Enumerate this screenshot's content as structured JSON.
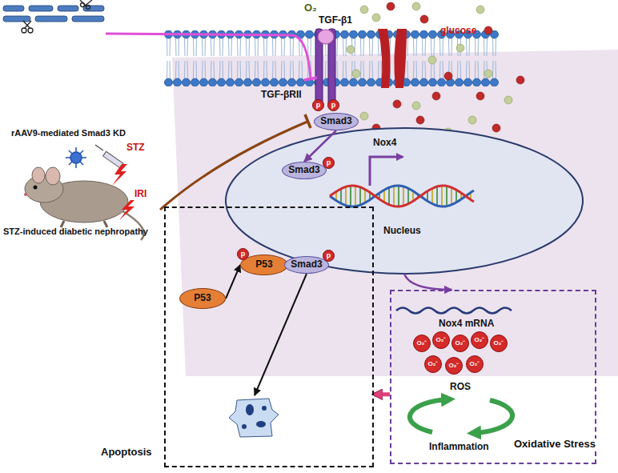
{
  "diagram": {
    "nodes": [
      {
        "text": [
          "Smad3"
        ]
      },
      {
        "text": [
          "Nucleus"
        ]
      },
      {
        "text": [
          "Smad3"
        ],
        "in": 1
      },
      {
        "text": [
          "P53"
        ],
        "in": 1
      },
      {
        "text": [
          "Smad3"
        ],
        "in": 1
      },
      {
        "text": [
          "Apoptosis"
        ]
      },
      {
        "text": [
          "P53"
        ],
        "in": 5
      },
      {
        "text": [
          "Oxidative Stress",
          "Nox4 mRNA",
          "ROS",
          "Inflammation"
        ]
      }
    ],
    "edges": [
      {
        "from": 0,
        "to": 2,
        "arrow": "to"
      },
      {
        "from": 6,
        "to": 3,
        "arrow": "to"
      },
      {
        "from": 4,
        "to": 5,
        "arrow": "to"
      },
      {
        "from": 1,
        "to": 7,
        "arrow": "to"
      },
      {
        "from": 7,
        "to": 5,
        "arrow": "to"
      }
    ],
    "labels": [
      "O₂",
      "glucose",
      "TGF-β1",
      "TGF-βRII",
      "p",
      "p",
      "p",
      "p",
      "p",
      "rAAV9-mediated Smad3 KD",
      "STZ",
      "IRI",
      "STZ-induced diabetic nephropathy",
      "Nox4",
      "O₂⁻",
      "O₂⁻",
      "O₂⁻",
      "O₂⁻",
      "O₂⁻",
      "O₂⁻",
      "O₂⁻",
      "O₂⁻"
    ]
  }
}
